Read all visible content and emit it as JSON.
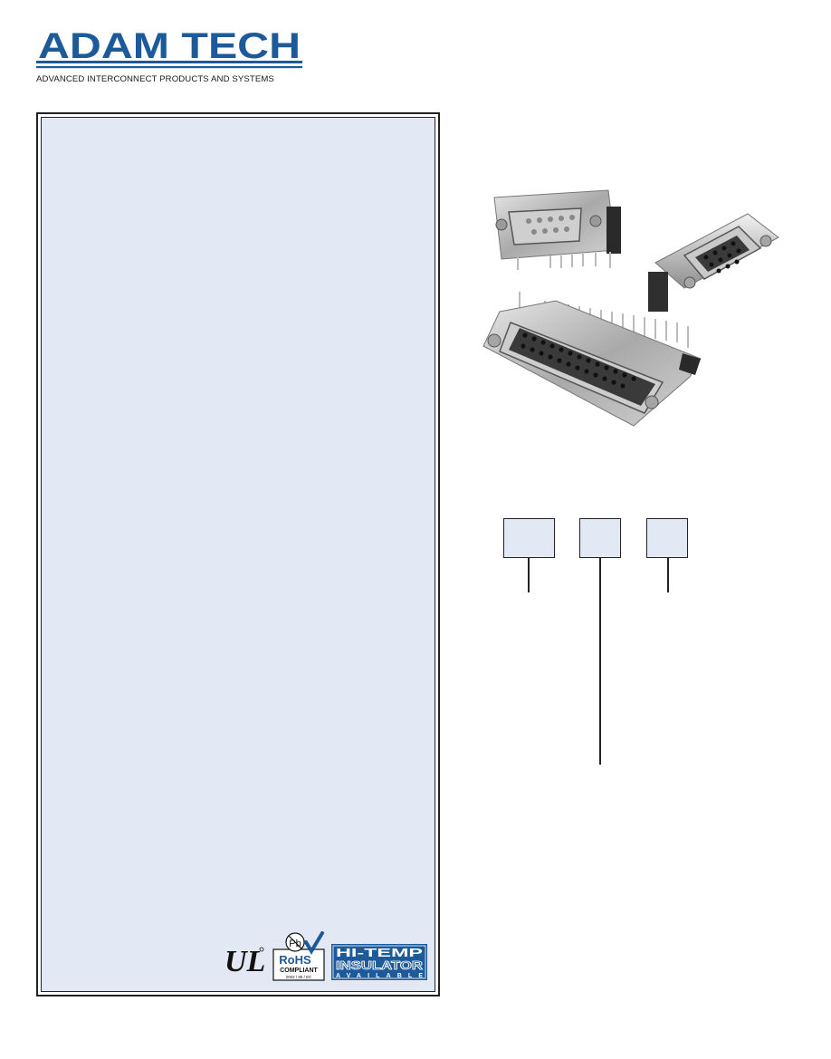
{
  "header": {
    "brand": "ADAM TECH",
    "tagline": "ADVANCED INTERCONNECT PRODUCTS AND SYSTEMS"
  },
  "colors": {
    "brand_blue": "#1c5a9a",
    "panel_fill": "#e2e8f4",
    "border": "#222222"
  },
  "product_image": {
    "icon": "d-sub-connectors-photo"
  },
  "part_number_diagram": {
    "boxes": [
      "",
      "",
      ""
    ]
  },
  "certifications": {
    "ul_mark": "UL",
    "rohs": {
      "pb": "Pb",
      "label": "RoHS",
      "compliant": "COMPLIANT",
      "directive": "2002 / 95 / EC"
    },
    "hi_temp": {
      "line1": "HI-TEMP",
      "line2": "INSULATOR",
      "line3": "AVAILABLE"
    }
  }
}
